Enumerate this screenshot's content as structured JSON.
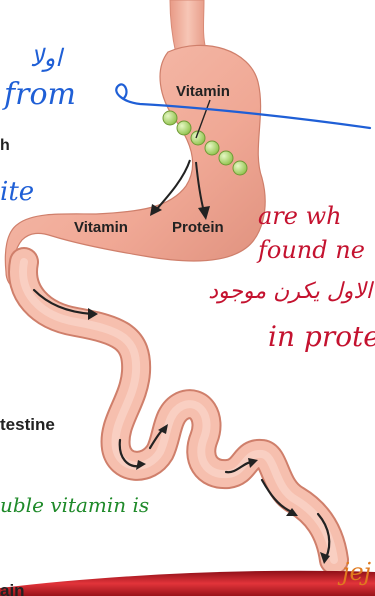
{
  "diagram": {
    "labels": {
      "vitamin_top": "Vitamin",
      "vitamin_bottom": "Vitamin",
      "protein": "Protein",
      "partial_h": "h",
      "intestine": "testine",
      "partial_bottom": "ain"
    },
    "annotations": {
      "arabic_top": "اولا",
      "from": "from",
      "partial_ite": "ite",
      "are_wh": "are wh",
      "found_ne": "found ne",
      "arabic_mid": "الاول يكرن موجود",
      "in_protein": "in protein",
      "soluble_vitamin": "uble vitamin is",
      "jej": "jej"
    },
    "colors": {
      "stomach": "#f2b09e",
      "stomach_shadow": "#d98b78",
      "vitamin_bead": "#b5de7a",
      "annotation_blue": "#1f5fd6",
      "annotation_red": "#c4122f",
      "annotation_green": "#1f8a2a",
      "arrow": "#222222",
      "vessel": "#c8202a"
    }
  }
}
